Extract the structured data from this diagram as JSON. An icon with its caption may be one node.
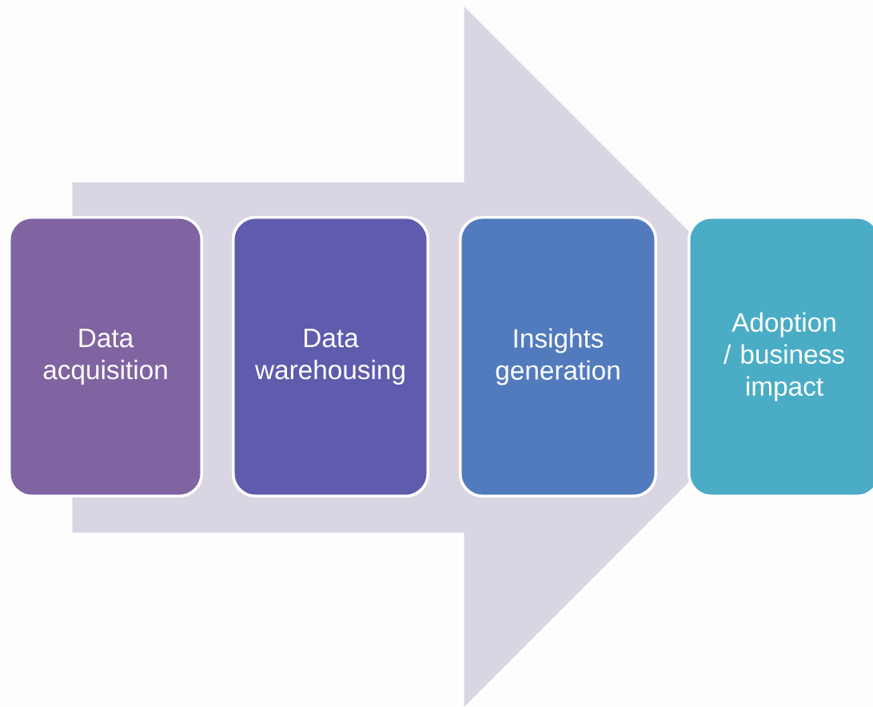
{
  "diagram": {
    "nodes": [
      {
        "text": [
          "Data acquisition"
        ]
      },
      {
        "text": [
          "Data warehousing"
        ]
      },
      {
        "text": [
          "Insights generation"
        ]
      },
      {
        "text": [
          "Adoption / business impact"
        ]
      }
    ],
    "edges": [
      {
        "from": 0,
        "to": 3,
        "arrow": "to"
      }
    ]
  }
}
